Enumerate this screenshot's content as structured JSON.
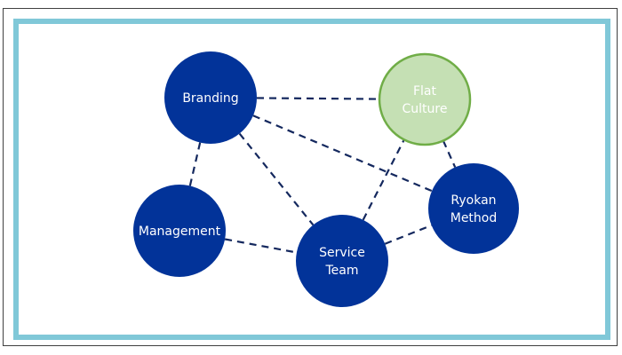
{
  "colors": {
    "node_fill": "#023399",
    "highlight_fill": "#c5e0b4",
    "highlight_stroke": "#70ad47",
    "edge": "#14285e",
    "frame_accent": "#80c8d8",
    "frame_outer": "#404040"
  },
  "nodes": [
    {
      "id": "branding",
      "lines": [
        "Branding"
      ],
      "highlight": false
    },
    {
      "id": "flat-culture",
      "lines": [
        "Flat",
        "Culture"
      ],
      "highlight": true
    },
    {
      "id": "management",
      "lines": [
        "Management"
      ],
      "highlight": false
    },
    {
      "id": "service-team",
      "lines": [
        "Service",
        "Team"
      ],
      "highlight": false
    },
    {
      "id": "ryokan-method",
      "lines": [
        "Ryokan",
        "Method"
      ],
      "highlight": false
    }
  ],
  "edges": [
    {
      "from": "branding",
      "to": "flat-culture"
    },
    {
      "from": "branding",
      "to": "ryokan-method"
    },
    {
      "from": "branding",
      "to": "management"
    },
    {
      "from": "branding",
      "to": "service-team"
    },
    {
      "from": "management",
      "to": "service-team"
    },
    {
      "from": "service-team",
      "to": "flat-culture"
    },
    {
      "from": "service-team",
      "to": "ryokan-method"
    },
    {
      "from": "flat-culture",
      "to": "ryokan-method"
    }
  ]
}
